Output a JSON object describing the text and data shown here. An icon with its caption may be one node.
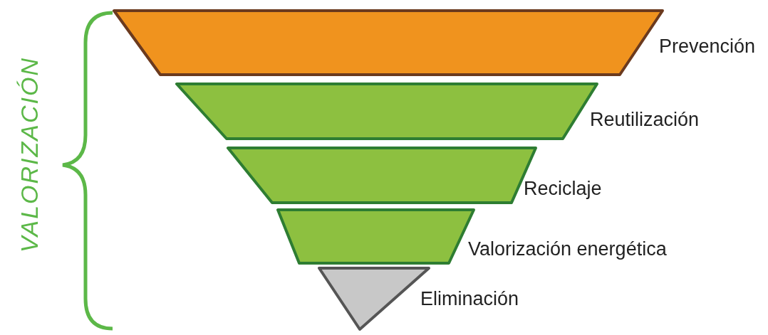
{
  "diagram": {
    "nodes": [
      {
        "text": [],
        "shape": "trapezoid",
        "beside": [
          "Prevención"
        ]
      },
      {
        "text": [],
        "shape": "trapezoid",
        "beside": [
          "Reutilización"
        ]
      },
      {
        "text": [],
        "shape": "trapezoid",
        "beside": [
          "Reciclaje"
        ]
      },
      {
        "text": [],
        "shape": "trapezoid",
        "beside": [
          "Valorización energética"
        ]
      },
      {
        "text": [],
        "shape": "triangle",
        "beside": [
          "Eliminación"
        ]
      }
    ],
    "labels": [
      "VALORIZACIÓN"
    ]
  }
}
